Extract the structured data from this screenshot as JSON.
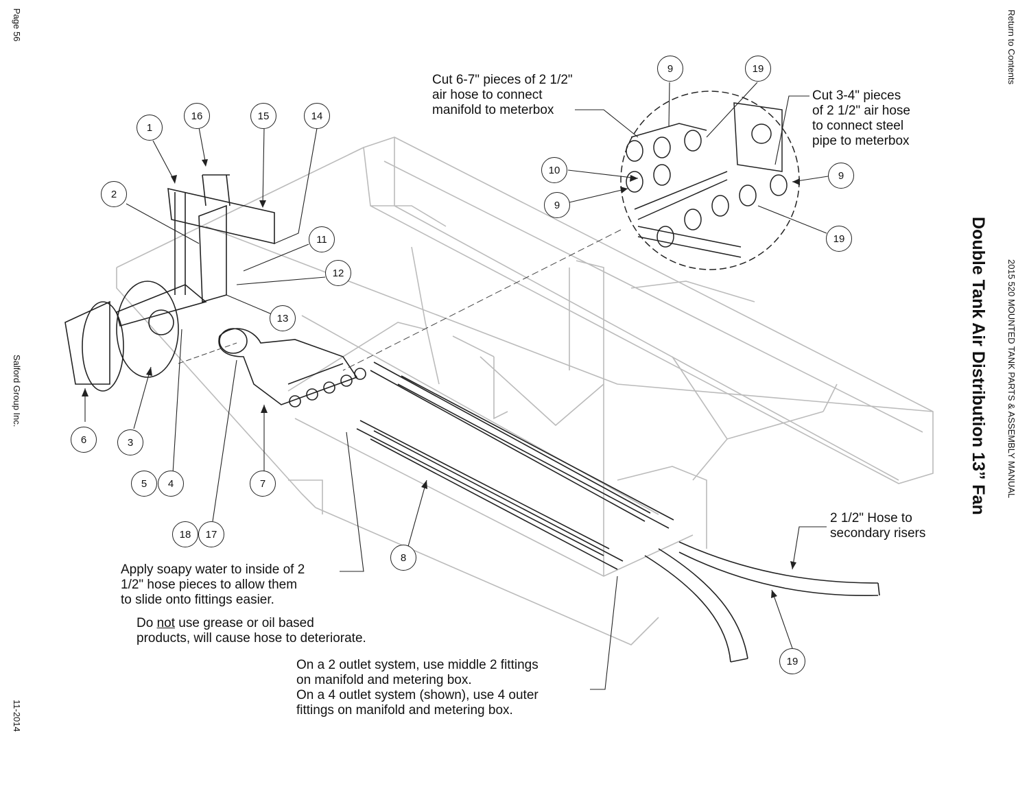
{
  "margin": {
    "page": "Page 56",
    "company": "Salford Group Inc.",
    "date": "11-2014",
    "return": "Return to Contents",
    "manual": "2015 520 MOUNTED TANK PARTS & ASSEMBLY MANUAL"
  },
  "title": "Double Tank Air Distribution 13” Fan",
  "notes": {
    "cut67": "Cut 6-7\" pieces of 2 1/2\"\nair hose to connect\nmanifold to meterbox",
    "cut34": "Cut 3-4\" pieces\nof 2 1/2\" air hose\nto connect steel\npipe to meterbox",
    "hose_risers": "2 1/2\" Hose to\nsecondary risers",
    "soapy": "Apply soapy water to inside of 2\n1/2\" hose pieces to allow them\nto slide onto fittings easier.",
    "grease_pre": "Do ",
    "grease_not": "not",
    "grease_post": " use grease or oil based\nproducts, will cause hose to deteriorate.",
    "outlet": "On a 2 outlet system, use middle 2 fittings\non manifold and metering box.\nOn a 4 outlet system (shown), use 4 outer\nfittings on manifold and metering box."
  },
  "callouts": {
    "c1": "1",
    "c2": "2",
    "c3": "3",
    "c4": "4",
    "c5": "5",
    "c6": "6",
    "c7": "7",
    "c8": "8",
    "c9a": "9",
    "c9b": "9",
    "c9c": "9",
    "c10": "10",
    "c11": "11",
    "c12": "12",
    "c13": "13",
    "c14": "14",
    "c15": "15",
    "c16": "16",
    "c17": "17",
    "c18": "18",
    "c19a": "19",
    "c19b": "19",
    "c19c": "19"
  }
}
